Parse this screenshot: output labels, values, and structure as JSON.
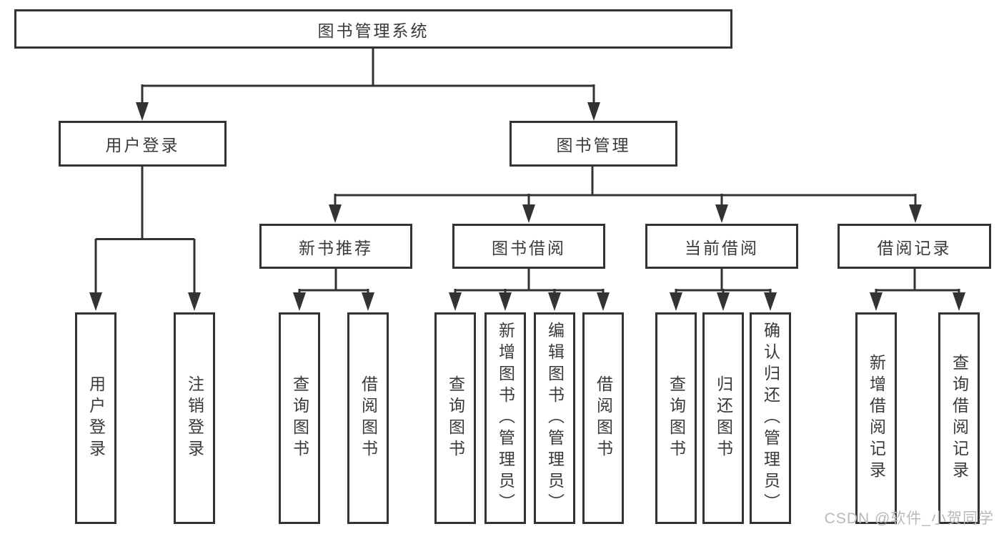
{
  "diagram": {
    "type": "hierarchy",
    "colors": {
      "line": "#333333",
      "text": "#3a3a3a",
      "box_background": "#ffffff",
      "watermark": "#b6b9be"
    },
    "tree": {
      "label": "图书管理系统",
      "children": [
        {
          "label": "用户登录",
          "children": [
            {
              "label": "用户登录"
            },
            {
              "label": "注销登录"
            }
          ]
        },
        {
          "label": "图书管理",
          "children": [
            {
              "label": "新书推荐",
              "children": [
                {
                  "label": "查询图书"
                },
                {
                  "label": "借阅图书"
                }
              ]
            },
            {
              "label": "图书借阅",
              "children": [
                {
                  "label": "查询图书"
                },
                {
                  "label": "新增图书（管理员）"
                },
                {
                  "label": "编辑图书（管理员）"
                },
                {
                  "label": "借阅图书"
                }
              ]
            },
            {
              "label": "当前借阅",
              "children": [
                {
                  "label": "查询图书"
                },
                {
                  "label": "归还图书"
                },
                {
                  "label": "确认归还（管理员）"
                }
              ]
            },
            {
              "label": "借阅记录",
              "children": [
                {
                  "label": "新增借阅记录"
                },
                {
                  "label": "查询借阅记录"
                }
              ]
            }
          ]
        }
      ]
    },
    "watermark": {
      "text": "CSDN @软件_小贺同学"
    }
  }
}
